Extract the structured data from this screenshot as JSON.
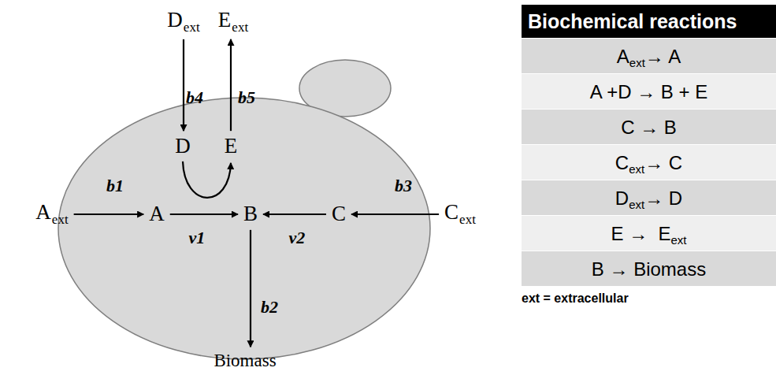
{
  "diagram": {
    "nodes": [
      {
        "text": [
          "D",
          "ext"
        ]
      },
      {
        "text": [
          "E",
          "ext"
        ]
      },
      {
        "text": [
          "D"
        ]
      },
      {
        "text": [
          "E"
        ]
      },
      {
        "text": [
          "A",
          "ext"
        ]
      },
      {
        "text": [
          "A"
        ]
      },
      {
        "text": [
          "B"
        ]
      },
      {
        "text": [
          "C"
        ]
      },
      {
        "text": [
          "C",
          "ext"
        ]
      },
      {
        "text": [
          "Biomass"
        ]
      }
    ],
    "edges": [
      {
        "from": 4,
        "to": 5,
        "arrow": "to",
        "label": "b1"
      },
      {
        "from": 0,
        "to": 2,
        "arrow": "to",
        "label": "b4"
      },
      {
        "from": 3,
        "to": 1,
        "arrow": "to",
        "label": "b5"
      },
      {
        "from": 5,
        "to": 6,
        "arrow": "to",
        "label": "v1"
      },
      {
        "from": 2,
        "to": 3,
        "arrow": "to"
      },
      {
        "from": 7,
        "to": 6,
        "arrow": "to",
        "label": "v2"
      },
      {
        "from": 8,
        "to": 7,
        "arrow": "to",
        "label": "b3"
      },
      {
        "from": 6,
        "to": 9,
        "arrow": "to",
        "label": "b2"
      }
    ],
    "labels": [
      "Biochemical reactions",
      "A",
      "ext",
      "→ A",
      "A +D → B + E",
      "C → B",
      "C",
      "ext",
      "→ C",
      "D",
      "ext",
      "→ D",
      "E →  E",
      "ext",
      "B → Biomass",
      "ext = extracellular"
    ]
  }
}
